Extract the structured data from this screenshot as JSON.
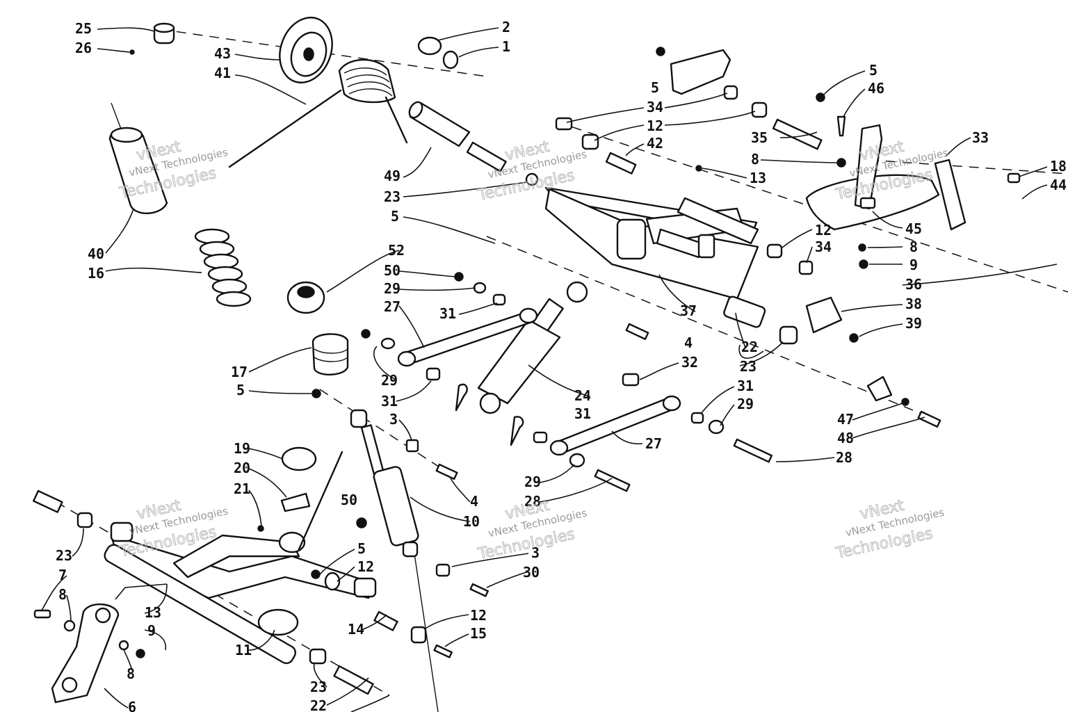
{
  "watermark": {
    "line1": "vNext",
    "line2": "vNext Technologies",
    "line3": "Technologies"
  },
  "callouts": [
    "25",
    "26",
    "43",
    "41",
    "2",
    "1",
    "40",
    "16",
    "49",
    "23",
    "5",
    "52",
    "50",
    "29",
    "27",
    "31",
    "17",
    "19",
    "20",
    "21",
    "3",
    "4",
    "10",
    "24",
    "22",
    "37",
    "34",
    "12",
    "42",
    "35",
    "8",
    "13",
    "46",
    "33",
    "18",
    "44",
    "45",
    "9",
    "36",
    "38",
    "39",
    "32",
    "28",
    "47",
    "48",
    "30",
    "14",
    "15",
    "11",
    "7",
    "6"
  ]
}
